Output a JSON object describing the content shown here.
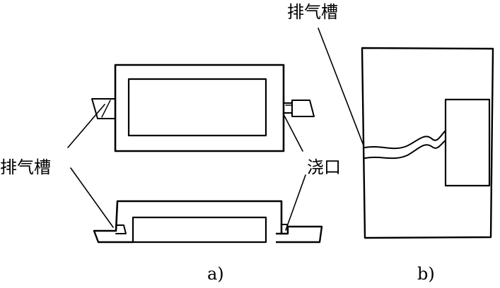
{
  "labels": {
    "vent_groove": "排气槽",
    "gate": "浇口"
  },
  "captions": {
    "a": "a)",
    "b": "b)"
  },
  "colors": {
    "ink": "#000000",
    "paper": "#ffffff"
  }
}
